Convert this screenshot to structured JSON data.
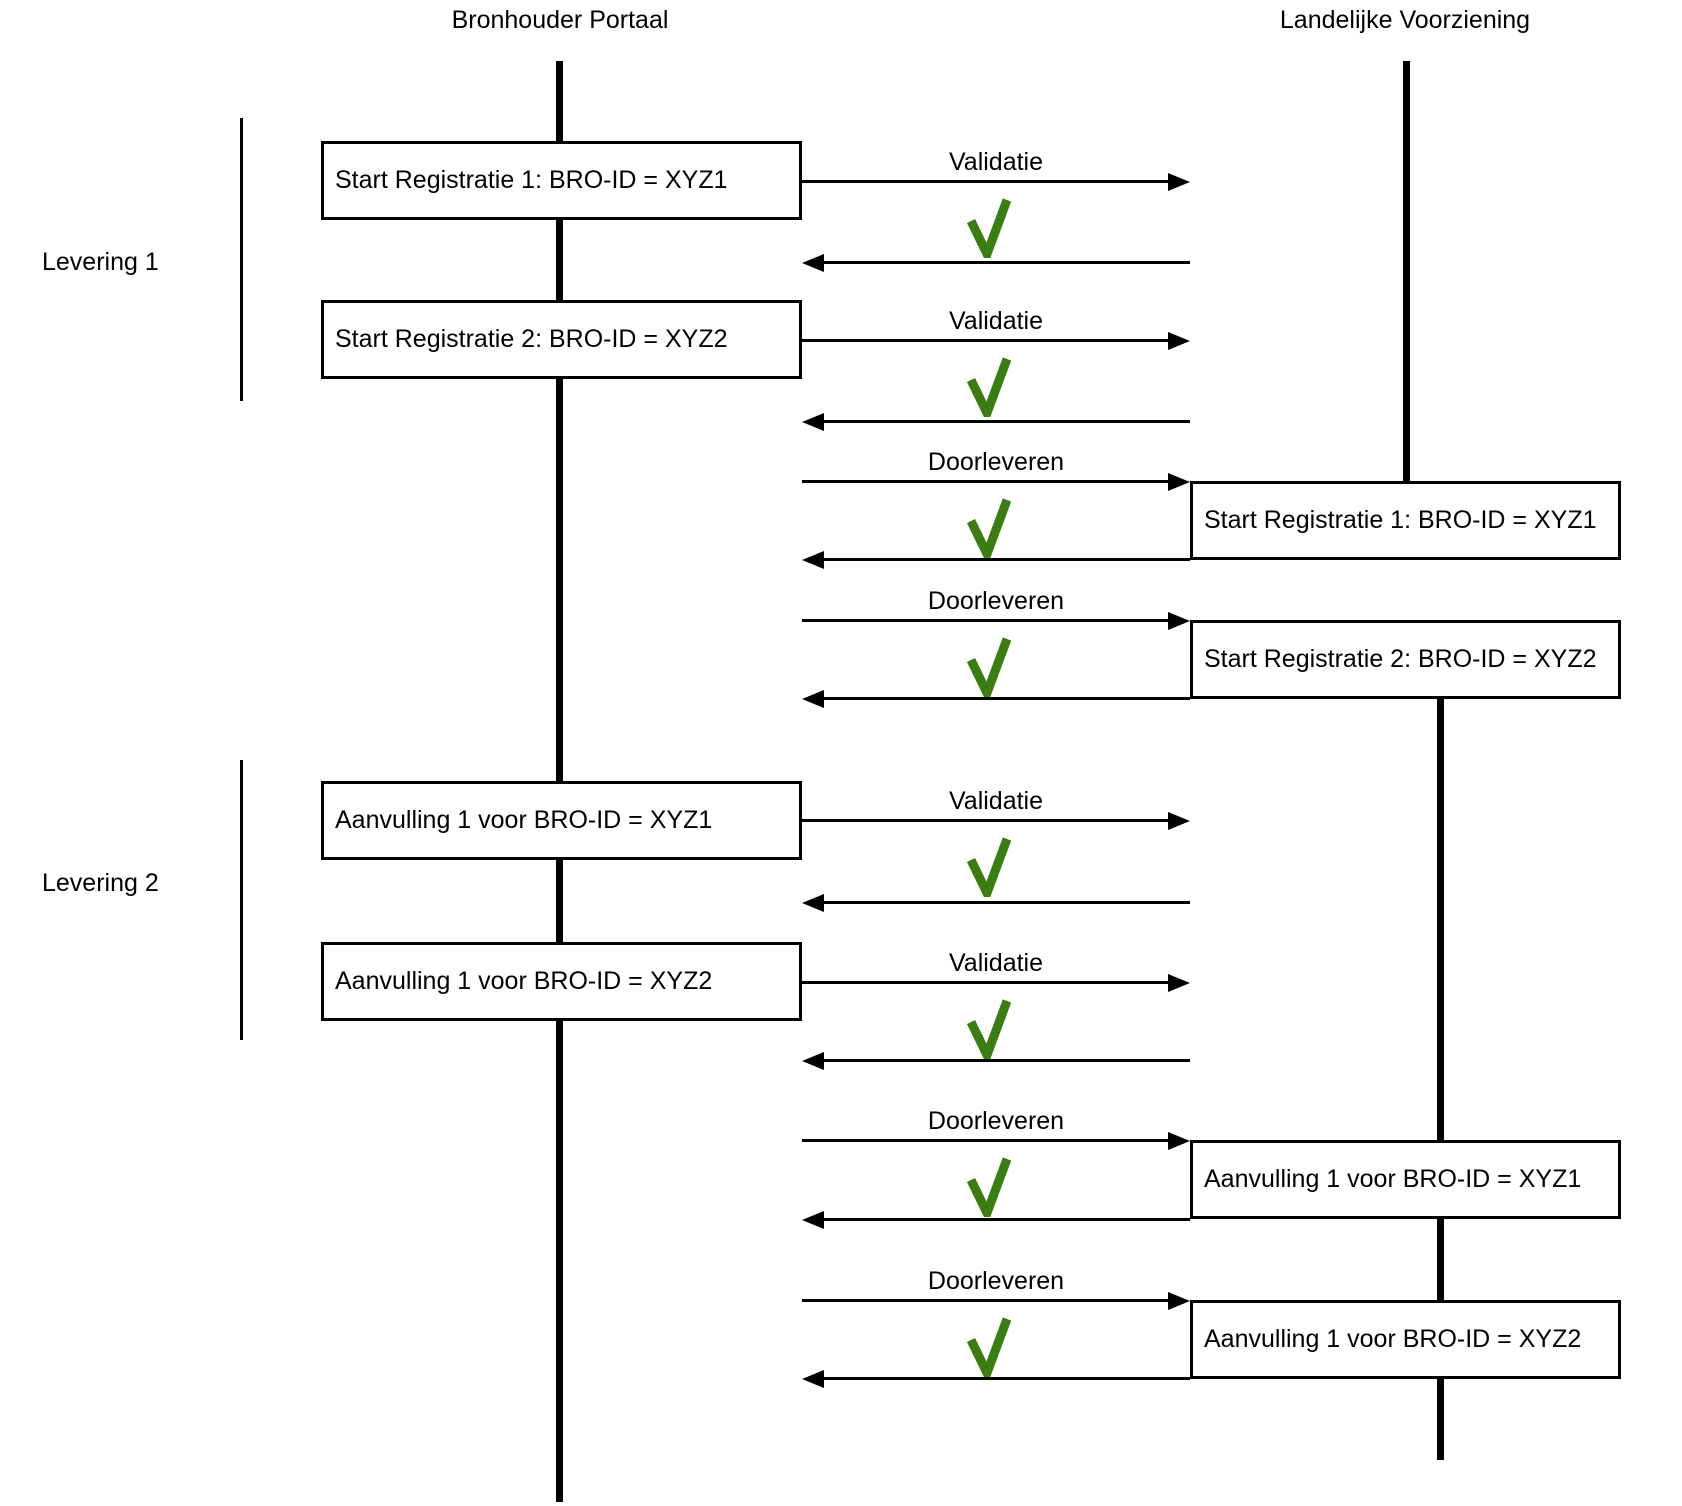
{
  "actors": {
    "left": "Bronhouder Portaal",
    "right": "Landelijke Voorziening"
  },
  "sections": {
    "levering1": "Levering 1",
    "levering2": "Levering 2"
  },
  "bronhouder_messages": [
    "Start Registratie 1: BRO-ID = XYZ1",
    "Start Registratie 2: BRO-ID = XYZ2",
    "Aanvulling 1 voor BRO-ID = XYZ1",
    "Aanvulling 1 voor BRO-ID = XYZ2"
  ],
  "landelijke_messages": [
    "Start Registratie 1: BRO-ID = XYZ1",
    "Start Registratie 2: BRO-ID = XYZ2",
    "Aanvulling 1 voor BRO-ID = XYZ1",
    "Aanvulling 1 voor BRO-ID = XYZ2"
  ],
  "exchanges": [
    {
      "request_label": "Validatie",
      "result_icon": "check-icon"
    },
    {
      "request_label": "Validatie",
      "result_icon": "check-icon"
    },
    {
      "request_label": "Doorleveren",
      "result_icon": "check-icon"
    },
    {
      "request_label": "Doorleveren",
      "result_icon": "check-icon"
    },
    {
      "request_label": "Validatie",
      "result_icon": "check-icon"
    },
    {
      "request_label": "Validatie",
      "result_icon": "check-icon"
    },
    {
      "request_label": "Doorleveren",
      "result_icon": "check-icon"
    },
    {
      "request_label": "Doorleveren",
      "result_icon": "check-icon"
    }
  ],
  "colors": {
    "line": "#000000",
    "success-check": "#3a7d10",
    "background": "#ffffff"
  }
}
